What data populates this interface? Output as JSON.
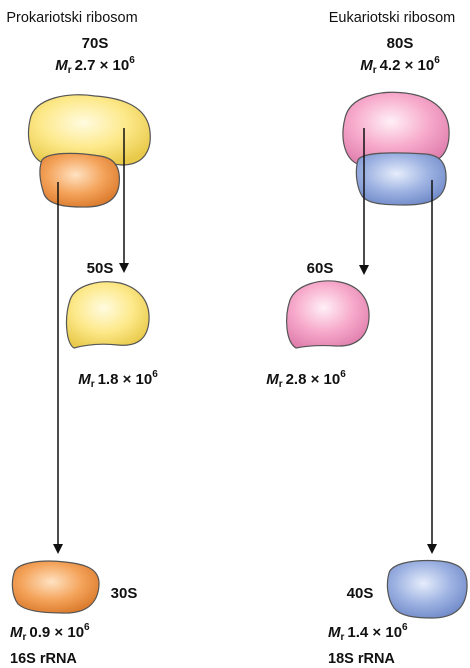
{
  "prokaryote": {
    "title": "Prokariotski ribosom",
    "whole": {
      "s": "70S",
      "mass_prefix": "M",
      "mass_sub": "r",
      "mass_value": "2.7 × 10",
      "mass_exp": "6"
    },
    "large": {
      "s": "50S",
      "mass_prefix": "M",
      "mass_sub": "r",
      "mass_value": "1.8 × 10",
      "mass_exp": "6"
    },
    "small": {
      "s": "30S",
      "mass_prefix": "M",
      "mass_sub": "r",
      "mass_value": "0.9 × 10",
      "mass_exp": "6",
      "rna": "16S rRNA"
    }
  },
  "eukaryote": {
    "title": "Eukariotski ribosom",
    "whole": {
      "s": "80S",
      "mass_prefix": "M",
      "mass_sub": "r",
      "mass_value": "4.2 × 10",
      "mass_exp": "6"
    },
    "large": {
      "s": "60S",
      "mass_prefix": "M",
      "mass_sub": "r",
      "mass_value": "2.8 × 10",
      "mass_exp": "6"
    },
    "small": {
      "s": "40S",
      "mass_prefix": "M",
      "mass_sub": "r",
      "mass_value": "1.4 × 10",
      "mass_exp": "6",
      "rna": "18S rRNA"
    }
  },
  "colors": {
    "prok_large": "#fbe77e",
    "prok_small": "#f39a4a",
    "euk_large": "#f7a6c9",
    "euk_small": "#8ea6dd"
  }
}
